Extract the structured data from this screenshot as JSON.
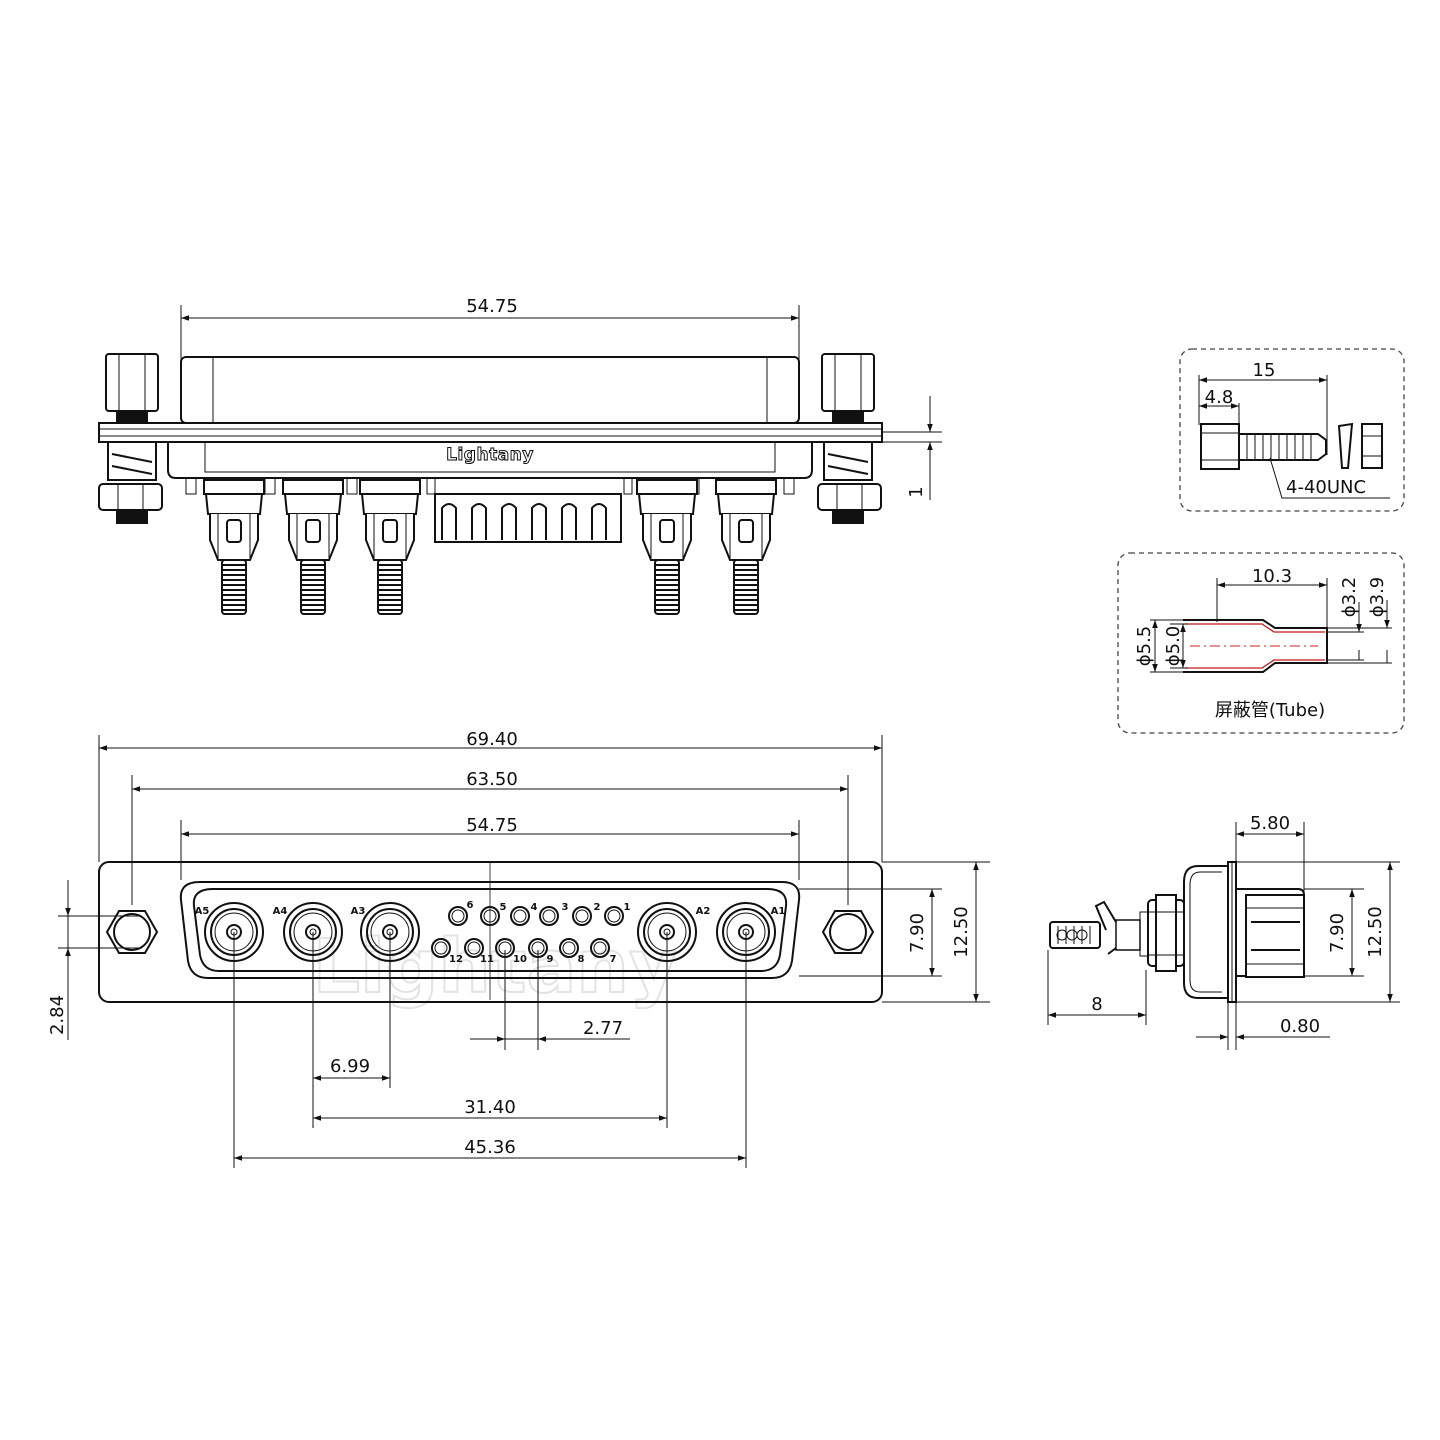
{
  "brand": {
    "logo_text": "Lightany",
    "watermark_text": "Lightany"
  },
  "top_view": {
    "width_dim": "54.75",
    "flange_thickness_dim": "1"
  },
  "screw_detail": {
    "length_dim": "15",
    "head_dim": "4.8",
    "thread_label": "4-40UNC"
  },
  "tube_detail": {
    "length_dim": "10.3",
    "outer_dia_dim": "ϕ5.5",
    "inner_dia_dim": "ϕ5.0",
    "tail_inner_dia_dim": "ϕ3.2",
    "tail_outer_dia_dim": "ϕ3.9",
    "caption": "屏蔽管(Tube)"
  },
  "front_view": {
    "overall_width_dim": "69.40",
    "mount_hole_pitch_dim": "63.50",
    "shell_width_dim": "54.75",
    "shell_height_dim": "7.90",
    "overall_height_dim": "12.50",
    "hole_offset_dim": "2.84",
    "coax_pitch_dim": "6.99",
    "signal_pitch_dim": "2.77",
    "a4_a2_dim": "31.40",
    "a5_a1_dim": "45.36",
    "coax_labels": [
      "A5",
      "A4",
      "A3",
      "A2",
      "A1"
    ],
    "signal_top_labels": [
      "6",
      "5",
      "4",
      "3",
      "2",
      "1"
    ],
    "signal_bottom_labels": [
      "12",
      "11",
      "10",
      "9",
      "8",
      "7"
    ]
  },
  "side_view": {
    "flange_to_front_dim": "5.80",
    "shell_height_dim": "7.90",
    "overall_height_dim": "12.50",
    "rear_length_dim": "8",
    "flange_thickness_dim": "0.80"
  }
}
